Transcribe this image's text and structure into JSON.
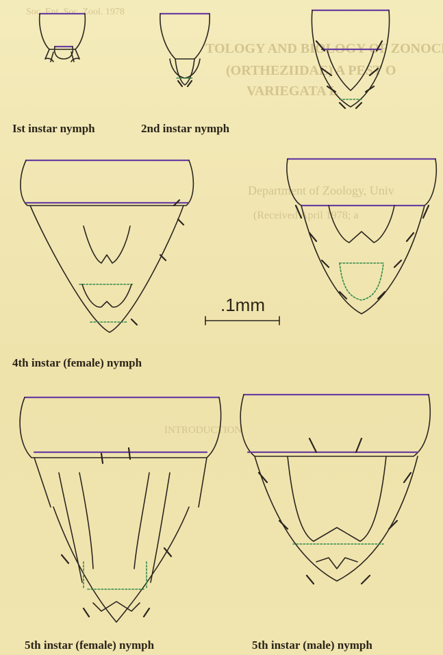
{
  "captions": {
    "first_instar": "Ist instar nymph",
    "second_instar": "2nd instar nymph",
    "fourth_instar_female": "4th instar (female) nymph",
    "fifth_instar_female": "5th instar (female) nymph",
    "fifth_instar_male": "5th instar (male) nymph"
  },
  "scale_bar": {
    "label": ".1mm"
  },
  "bleed_through": [
    "Soc. Ent. Soc. Zool. 1978",
    "TOLOGY AND BIOLOGY OF ZONOCE",
    "(ORTHEZIIDAE) A PEST O",
    "VARIEGATA L",
    "Department of Zoology, Univ",
    "(Received April 1978; a",
    "INTRODUCTION"
  ]
}
